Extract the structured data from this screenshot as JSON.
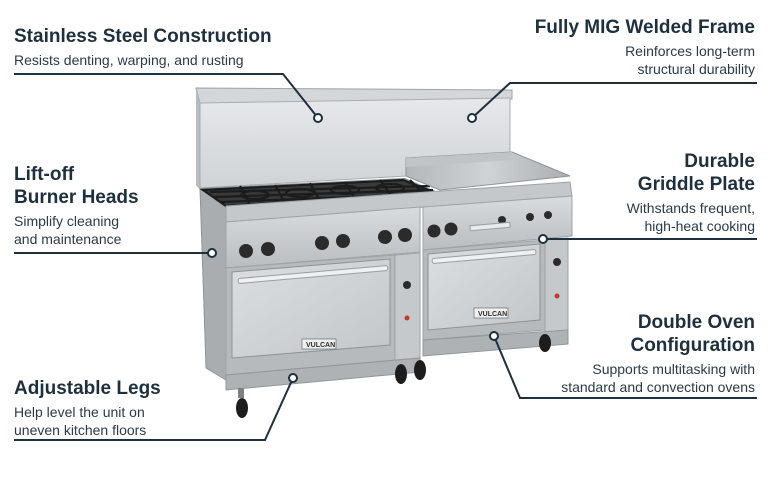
{
  "callouts": {
    "stainless": {
      "title": "Stainless Steel Construction",
      "desc": "Resists denting, warping, and rusting"
    },
    "mig": {
      "title": "Fully MIG Welded Frame",
      "desc_line1": "Reinforces long-term",
      "desc_line2": "structural durability"
    },
    "burner": {
      "title_line1": "Lift-off",
      "title_line2": "Burner Heads",
      "desc_line1": "Simplify cleaning",
      "desc_line2": "and maintenance"
    },
    "griddle": {
      "title_line1": "Durable",
      "title_line2": "Griddle Plate",
      "desc_line1": "Withstands frequent,",
      "desc_line2": "high-heat cooking"
    },
    "oven": {
      "title_line1": "Double Oven",
      "title_line2": "Configuration",
      "desc_line1": "Supports multitasking with",
      "desc_line2": "standard and convection ovens"
    },
    "legs": {
      "title": "Adjustable Legs",
      "desc_line1": "Help level the unit on",
      "desc_line2": "uneven kitchen floors"
    }
  },
  "product": {
    "brand": "VULCAN"
  },
  "colors": {
    "text": "#1e2f3d",
    "line": "#1e2f3d",
    "steel": "#c9ccce",
    "dark": "#2a2a2a"
  }
}
